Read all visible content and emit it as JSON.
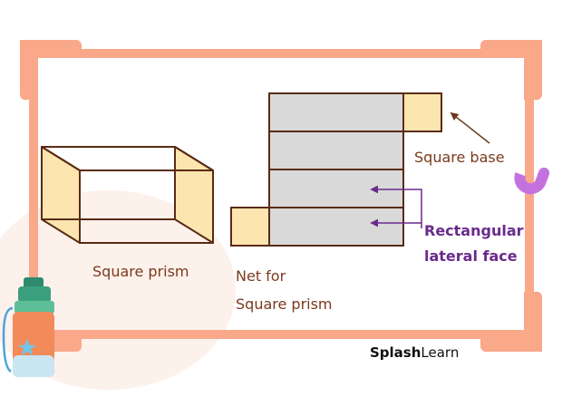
{
  "labels": {
    "prism": "Square prism",
    "net_line1": "Net for",
    "net_line2": "Square prism",
    "square_base": "Square base",
    "rect_line1": "Rectangular",
    "rect_line2": "lateral face"
  },
  "brand": {
    "part1": "Splash",
    "part2": "Learn"
  },
  "colors": {
    "frame": "#f9a88a",
    "face_light": "#fde5b0",
    "face_gray": "#d9d9d9",
    "edge": "#5a2b14",
    "text_brown": "#7a3a1c",
    "text_purple": "#6a2a8c",
    "arrow_brown": "#6a3a20",
    "arrow_purple": "#6a2a8c",
    "accent_purple": "#c471e0"
  }
}
